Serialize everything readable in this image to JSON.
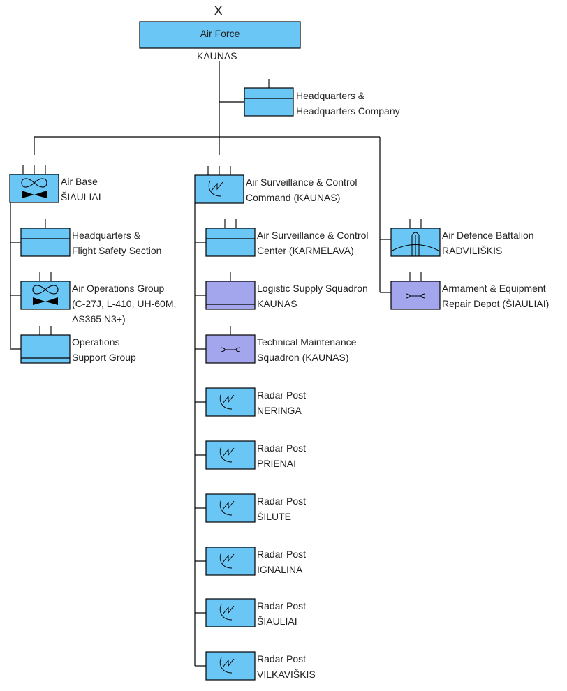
{
  "colors": {
    "unit_blue": "#6ac6f5",
    "support_purple": "#a3a6ec",
    "line": "#000000",
    "text": "#222222"
  },
  "top": {
    "echelon_mark": "X",
    "title": "Air Force",
    "location": "KAUNAS"
  },
  "hq": {
    "line1": "Headquarters &",
    "line2": "Headquarters Company"
  },
  "units": [
    {
      "id": "air-base",
      "line1": "Air Base",
      "line2": "ŠIAULIAI",
      "line3": "",
      "symbol": "aviation",
      "color": "blue",
      "echelon": "III"
    },
    {
      "id": "hq-flight-safety",
      "line1": "Headquarters &",
      "line2": "Flight Safety Section",
      "line3": "",
      "symbol": "headquarters",
      "color": "blue",
      "echelon": "I"
    },
    {
      "id": "air-operations-group",
      "line1": "Air Operations Group",
      "line2": "(C-27J, L-410, UH-60M,",
      "line3": "AS365 N3+)",
      "symbol": "aviation",
      "color": "blue",
      "echelon": "II"
    },
    {
      "id": "operations-support-group",
      "line1": "Operations",
      "line2": "Support Group",
      "line3": "",
      "symbol": "support",
      "color": "blue",
      "echelon": "II"
    },
    {
      "id": "ascc-command",
      "line1": "Air Surveillance & Control",
      "line2": "Command (KAUNAS)",
      "line3": "",
      "symbol": "radar",
      "color": "blue",
      "echelon": "III"
    },
    {
      "id": "ascc-center",
      "line1": "Air Surveillance & Control",
      "line2": "Center (KARMĖLAVA)",
      "line3": "",
      "symbol": "headquarters",
      "color": "blue",
      "echelon": "II"
    },
    {
      "id": "logistic-supply-squadron",
      "line1": "Logistic Supply Squadron",
      "line2": "KAUNAS",
      "line3": "",
      "symbol": "support",
      "color": "purple",
      "echelon": "I"
    },
    {
      "id": "technical-maintenance-squadron",
      "line1": "Technical Maintenance",
      "line2": "Squadron (KAUNAS)",
      "line3": "",
      "symbol": "maintenance",
      "color": "purple",
      "echelon": "I"
    },
    {
      "id": "radar-post-neringa",
      "line1": "Radar Post",
      "line2": "NERINGA",
      "line3": "",
      "symbol": "radar",
      "color": "blue",
      "echelon": ""
    },
    {
      "id": "radar-post-prienai",
      "line1": "Radar Post",
      "line2": "PRIENAI",
      "line3": "",
      "symbol": "radar",
      "color": "blue",
      "echelon": ""
    },
    {
      "id": "radar-post-silute",
      "line1": "Radar Post",
      "line2": "ŠILUTĖ",
      "line3": "",
      "symbol": "radar",
      "color": "blue",
      "echelon": ""
    },
    {
      "id": "radar-post-ignalina",
      "line1": "Radar Post",
      "line2": "IGNALINA",
      "line3": "",
      "symbol": "radar",
      "color": "blue",
      "echelon": ""
    },
    {
      "id": "radar-post-siauliai",
      "line1": "Radar Post",
      "line2": "ŠIAULIAI",
      "line3": "",
      "symbol": "radar",
      "color": "blue",
      "echelon": ""
    },
    {
      "id": "radar-post-vilkaviskis",
      "line1": "Radar Post",
      "line2": "VILKAVIŠKIS",
      "line3": "",
      "symbol": "radar",
      "color": "blue",
      "echelon": ""
    },
    {
      "id": "air-defence-battalion",
      "line1": "Air Defence Battalion",
      "line2": "RADVILIŠKIS",
      "line3": "",
      "symbol": "air-defence",
      "color": "blue",
      "echelon": "II"
    },
    {
      "id": "armament-repair-depot",
      "line1": "Armament & Equipment",
      "line2": "Repair Depot (ŠIAULIAI)",
      "line3": "",
      "symbol": "maintenance",
      "color": "purple",
      "echelon": "II"
    }
  ]
}
